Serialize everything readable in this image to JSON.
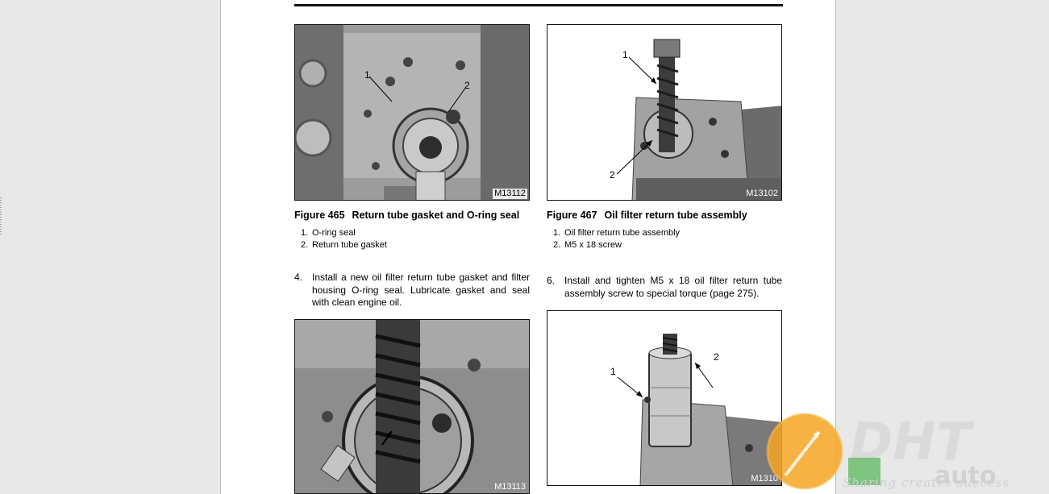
{
  "figures": [
    {
      "number": "Figure 465",
      "title": "Return tube gasket and O-ring seal",
      "code": "M13112",
      "callouts": [
        "1",
        "2"
      ],
      "legend": [
        {
          "n": "1.",
          "text": "O-ring seal"
        },
        {
          "n": "2.",
          "text": "Return tube gasket"
        }
      ]
    },
    {
      "number": "Figure 467",
      "title": "Oil filter return tube assembly",
      "code": "M13102",
      "callouts": [
        "1",
        "2"
      ],
      "legend": [
        {
          "n": "1.",
          "text": "Oil filter return tube assembly"
        },
        {
          "n": "2.",
          "text": "M5 x 18 screw"
        }
      ]
    },
    {
      "code": "M13113",
      "callouts": []
    },
    {
      "code": "M1310",
      "callouts": [
        "1",
        "2"
      ]
    }
  ],
  "steps": [
    {
      "n": "4.",
      "text": "Install a new oil filter return tube gasket and filter housing O-ring seal.  Lubricate gasket and seal with clean engine oil."
    },
    {
      "n": "6.",
      "text": "Install and tighten M5 x 18 oil filter return tube assembly screw to special torque (page 275)."
    }
  ],
  "watermark": {
    "logo_text": "DHT",
    "sub_text": "auto",
    "tagline": "Sharing creates success",
    "colors": {
      "orange": "#f5a623",
      "green": "#5cb85c",
      "gray": "#d0d0d0"
    }
  }
}
